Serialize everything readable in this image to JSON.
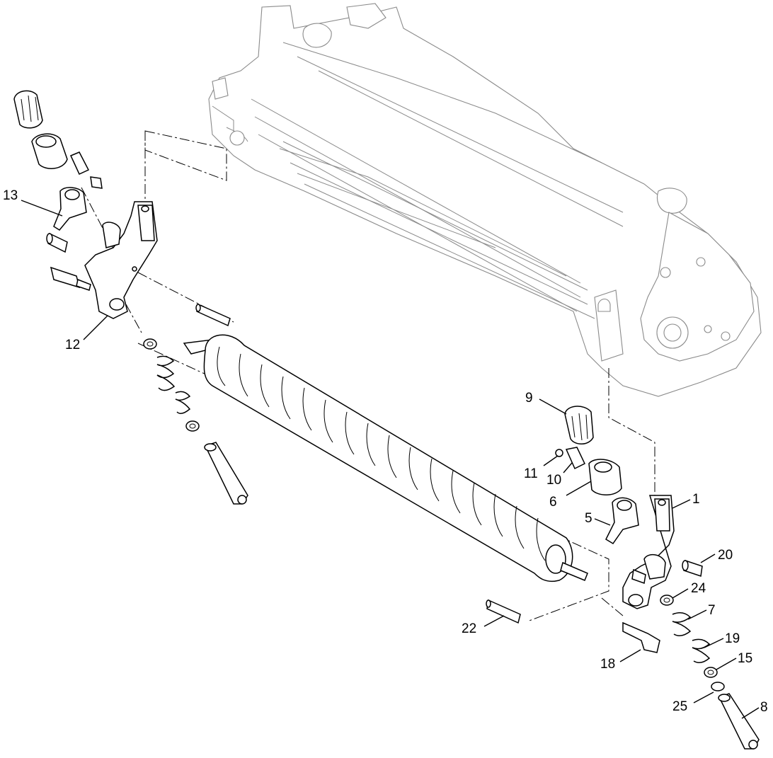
{
  "callouts": {
    "c1": "1",
    "c5": "5",
    "c6": "6",
    "c7": "7",
    "c8": "8",
    "c9": "9",
    "c10": "10",
    "c11": "11",
    "c12": "12",
    "c13": "13",
    "c15": "15",
    "c18": "18",
    "c19": "19",
    "c20": "20",
    "c22": "22",
    "c24": "24",
    "c25": "25"
  }
}
